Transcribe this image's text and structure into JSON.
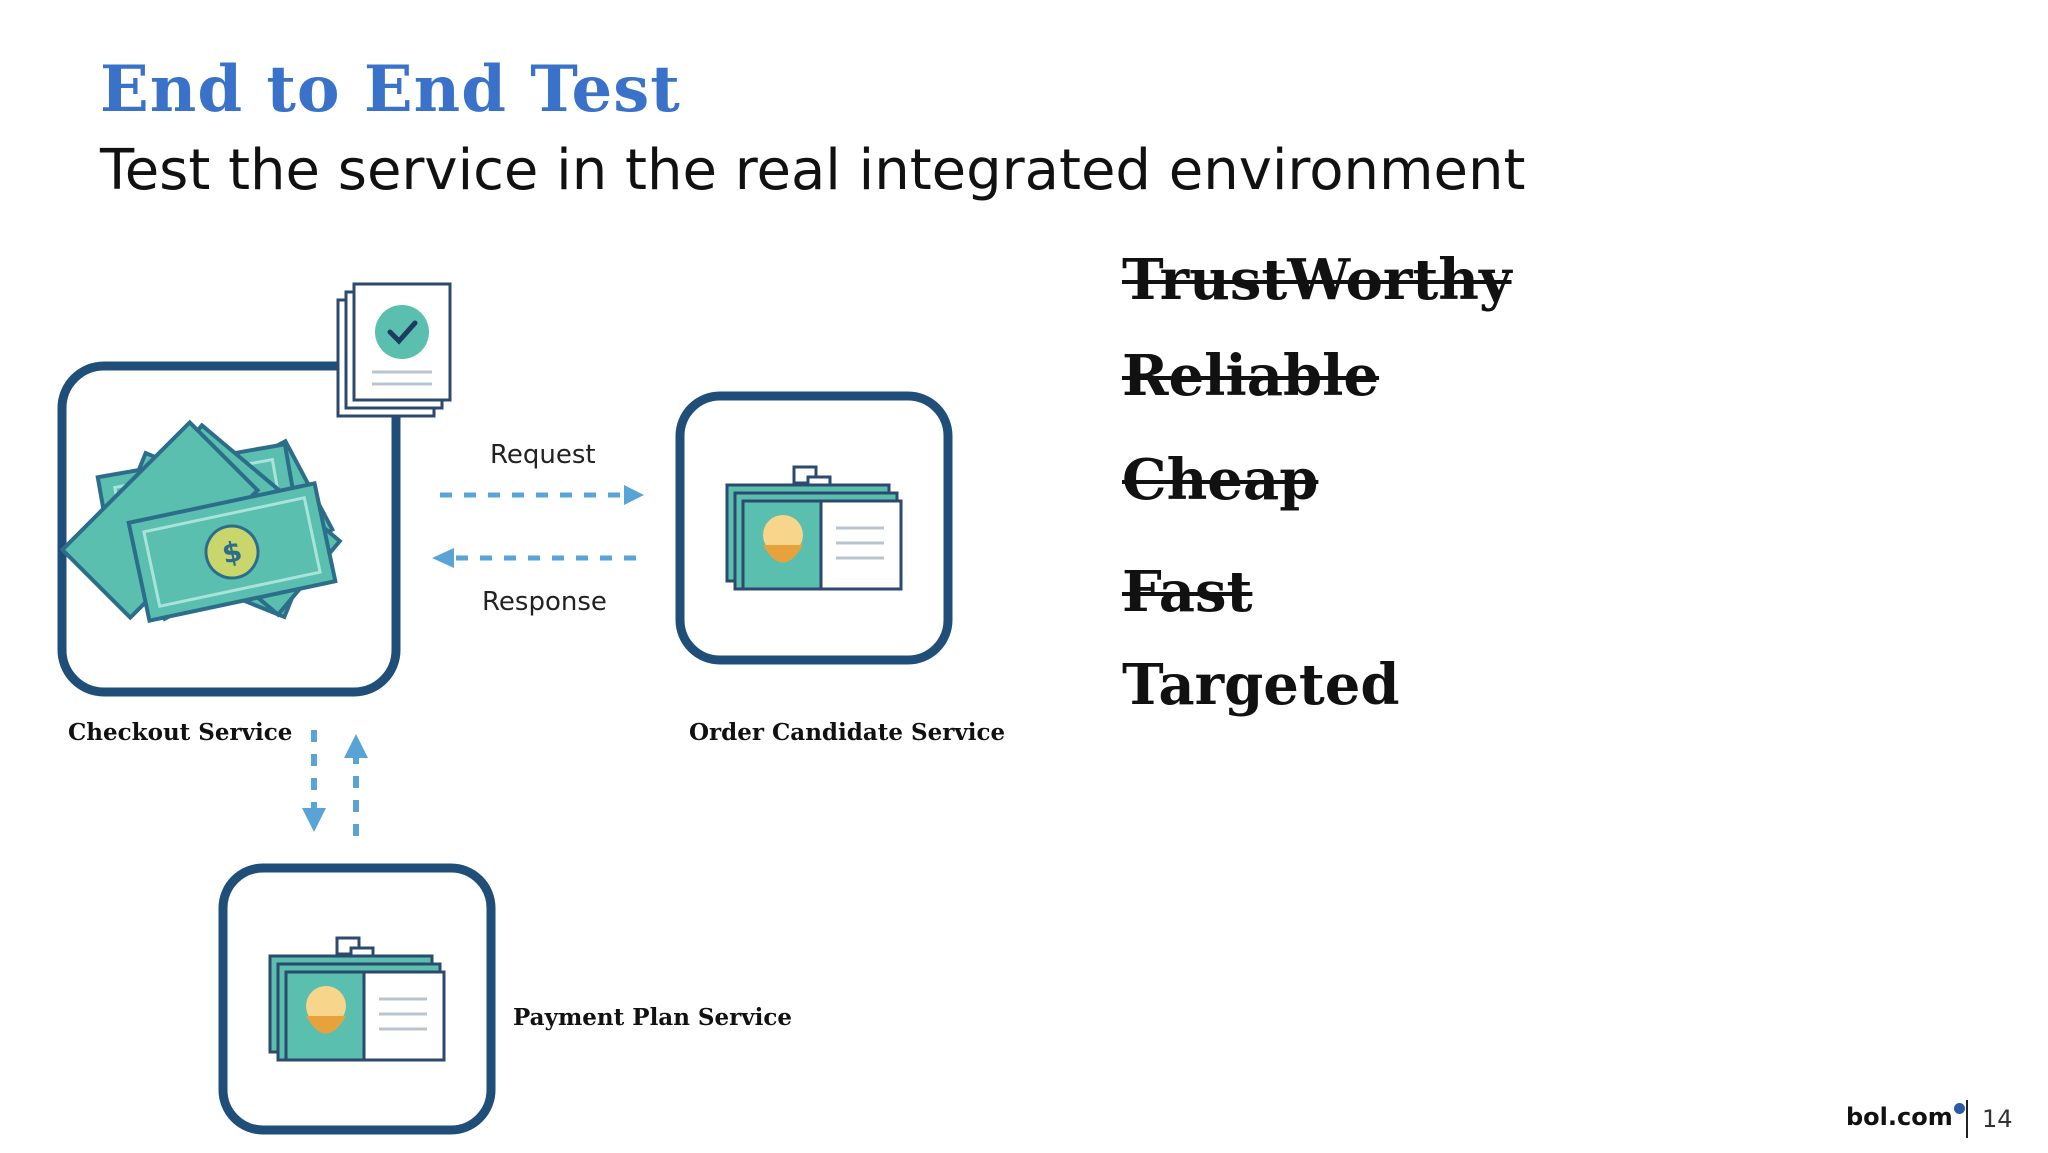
{
  "slide": {
    "title": "End to End Test",
    "subtitle": "Test the service in the real integrated environment",
    "page_number": "14"
  },
  "qualities": [
    {
      "label": "TrustWorthy",
      "struck": true
    },
    {
      "label": "Reliable",
      "struck": true
    },
    {
      "label": "Cheap",
      "struck": true
    },
    {
      "label": "Fast",
      "struck": true
    },
    {
      "label": "Targeted",
      "struck": false
    }
  ],
  "diagram": {
    "services": {
      "checkout": "Checkout Service",
      "order_candidate": "Order Candidate Service",
      "payment_plan": "Payment Plan Service"
    },
    "arrows": {
      "request": "Request",
      "response": "Response"
    }
  },
  "footer": {
    "logo": "bol.com"
  },
  "colors": {
    "title": "#3a72c9",
    "box_border": "#1f4e79",
    "teal": "#5bbfb0",
    "arrow": "#5aa3d6"
  }
}
